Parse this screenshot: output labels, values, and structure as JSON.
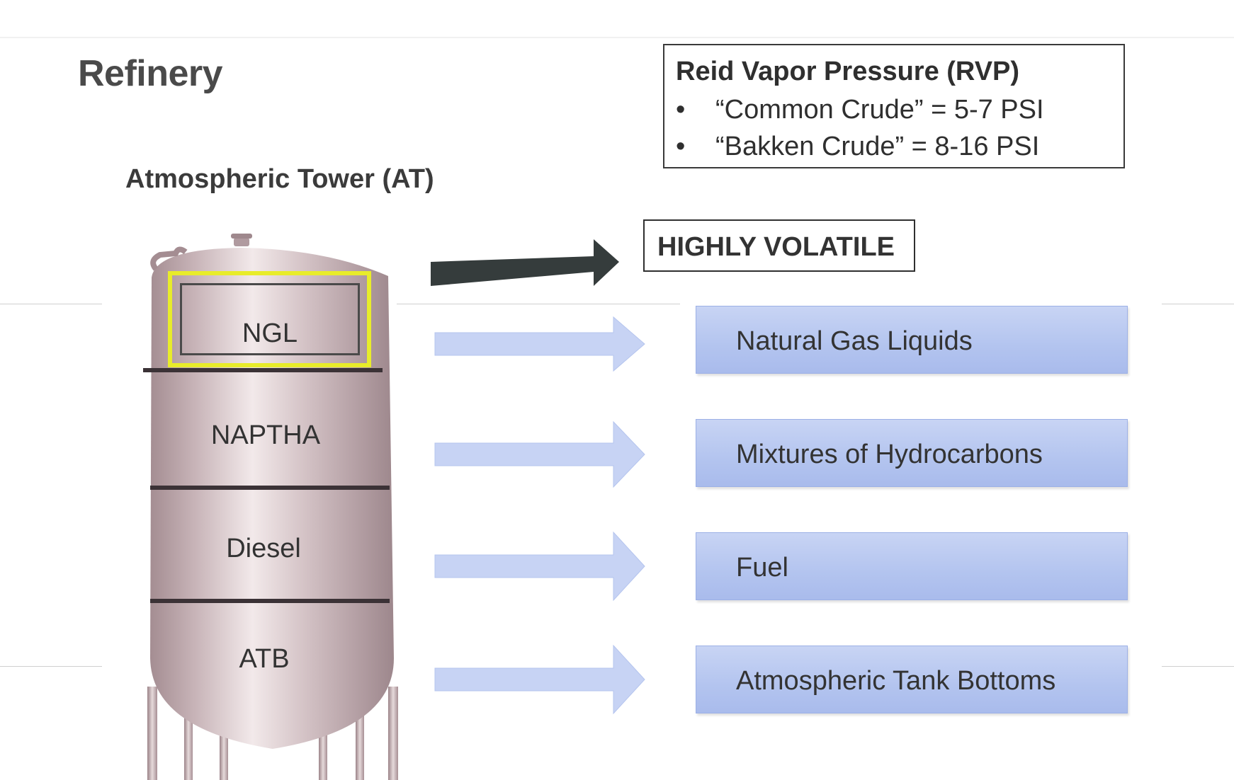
{
  "title": "Refinery",
  "subtitle": "Atmospheric Tower (AT)",
  "rvp": {
    "title": "Reid Vapor Pressure (RVP)",
    "items": [
      "“Common Crude” = 5-7 PSI",
      "“Bakken Crude” = 8-16 PSI"
    ]
  },
  "volatile_label": "HIGHLY VOLATILE",
  "tower_layers": [
    "NGL",
    "NAPTHA",
    "Diesel",
    "ATB"
  ],
  "outputs": [
    "Natural Gas Liquids",
    "Mixtures of Hydrocarbons",
    "Fuel",
    "Atmospheric Tank Bottoms"
  ],
  "colors": {
    "highlight": "#e8ec2a",
    "output_box": "#b3c4ef",
    "flow_arrow": "#c7d3f4",
    "volatile_arrow": "#353c3c",
    "tower_body": "#c9b4b8"
  }
}
